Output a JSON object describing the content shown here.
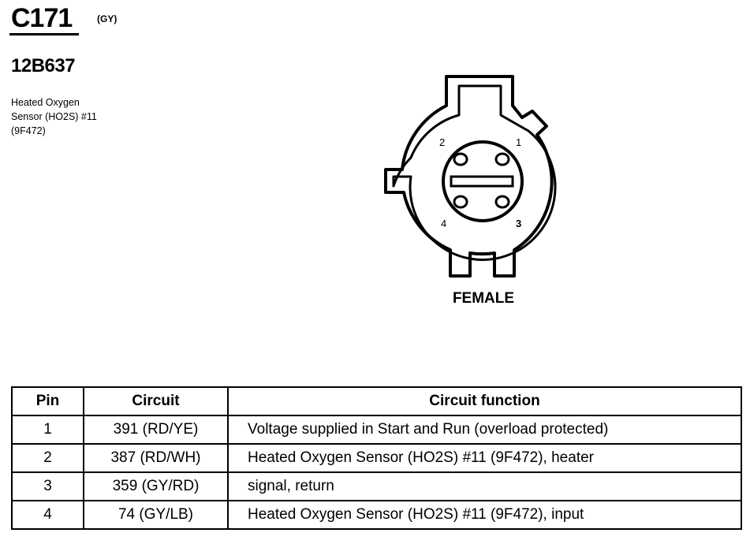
{
  "connector": {
    "id": "C171",
    "color_code": "(GY)",
    "part_number": "12B637",
    "description_lines": [
      "Heated Oxygen",
      "Sensor (HO2S) #11",
      "(9F472)"
    ],
    "gender": "FEMALE",
    "pin_labels": [
      "1",
      "2",
      "3",
      "4"
    ]
  },
  "table": {
    "headers": {
      "pin": "Pin",
      "circuit": "Circuit",
      "function": "Circuit function"
    },
    "rows": [
      {
        "pin": "1",
        "circuit": "391 (RD/YE)",
        "function": "Voltage supplied in Start and Run (overload protected)"
      },
      {
        "pin": "2",
        "circuit": "387 (RD/WH)",
        "function": "Heated Oxygen Sensor (HO2S) #11 (9F472), heater"
      },
      {
        "pin": "3",
        "circuit": "359 (GY/RD)",
        "function": "signal, return"
      },
      {
        "pin": "4",
        "circuit": "74 (GY/LB)",
        "function": "Heated Oxygen Sensor (HO2S) #11 (9F472), input"
      }
    ]
  }
}
